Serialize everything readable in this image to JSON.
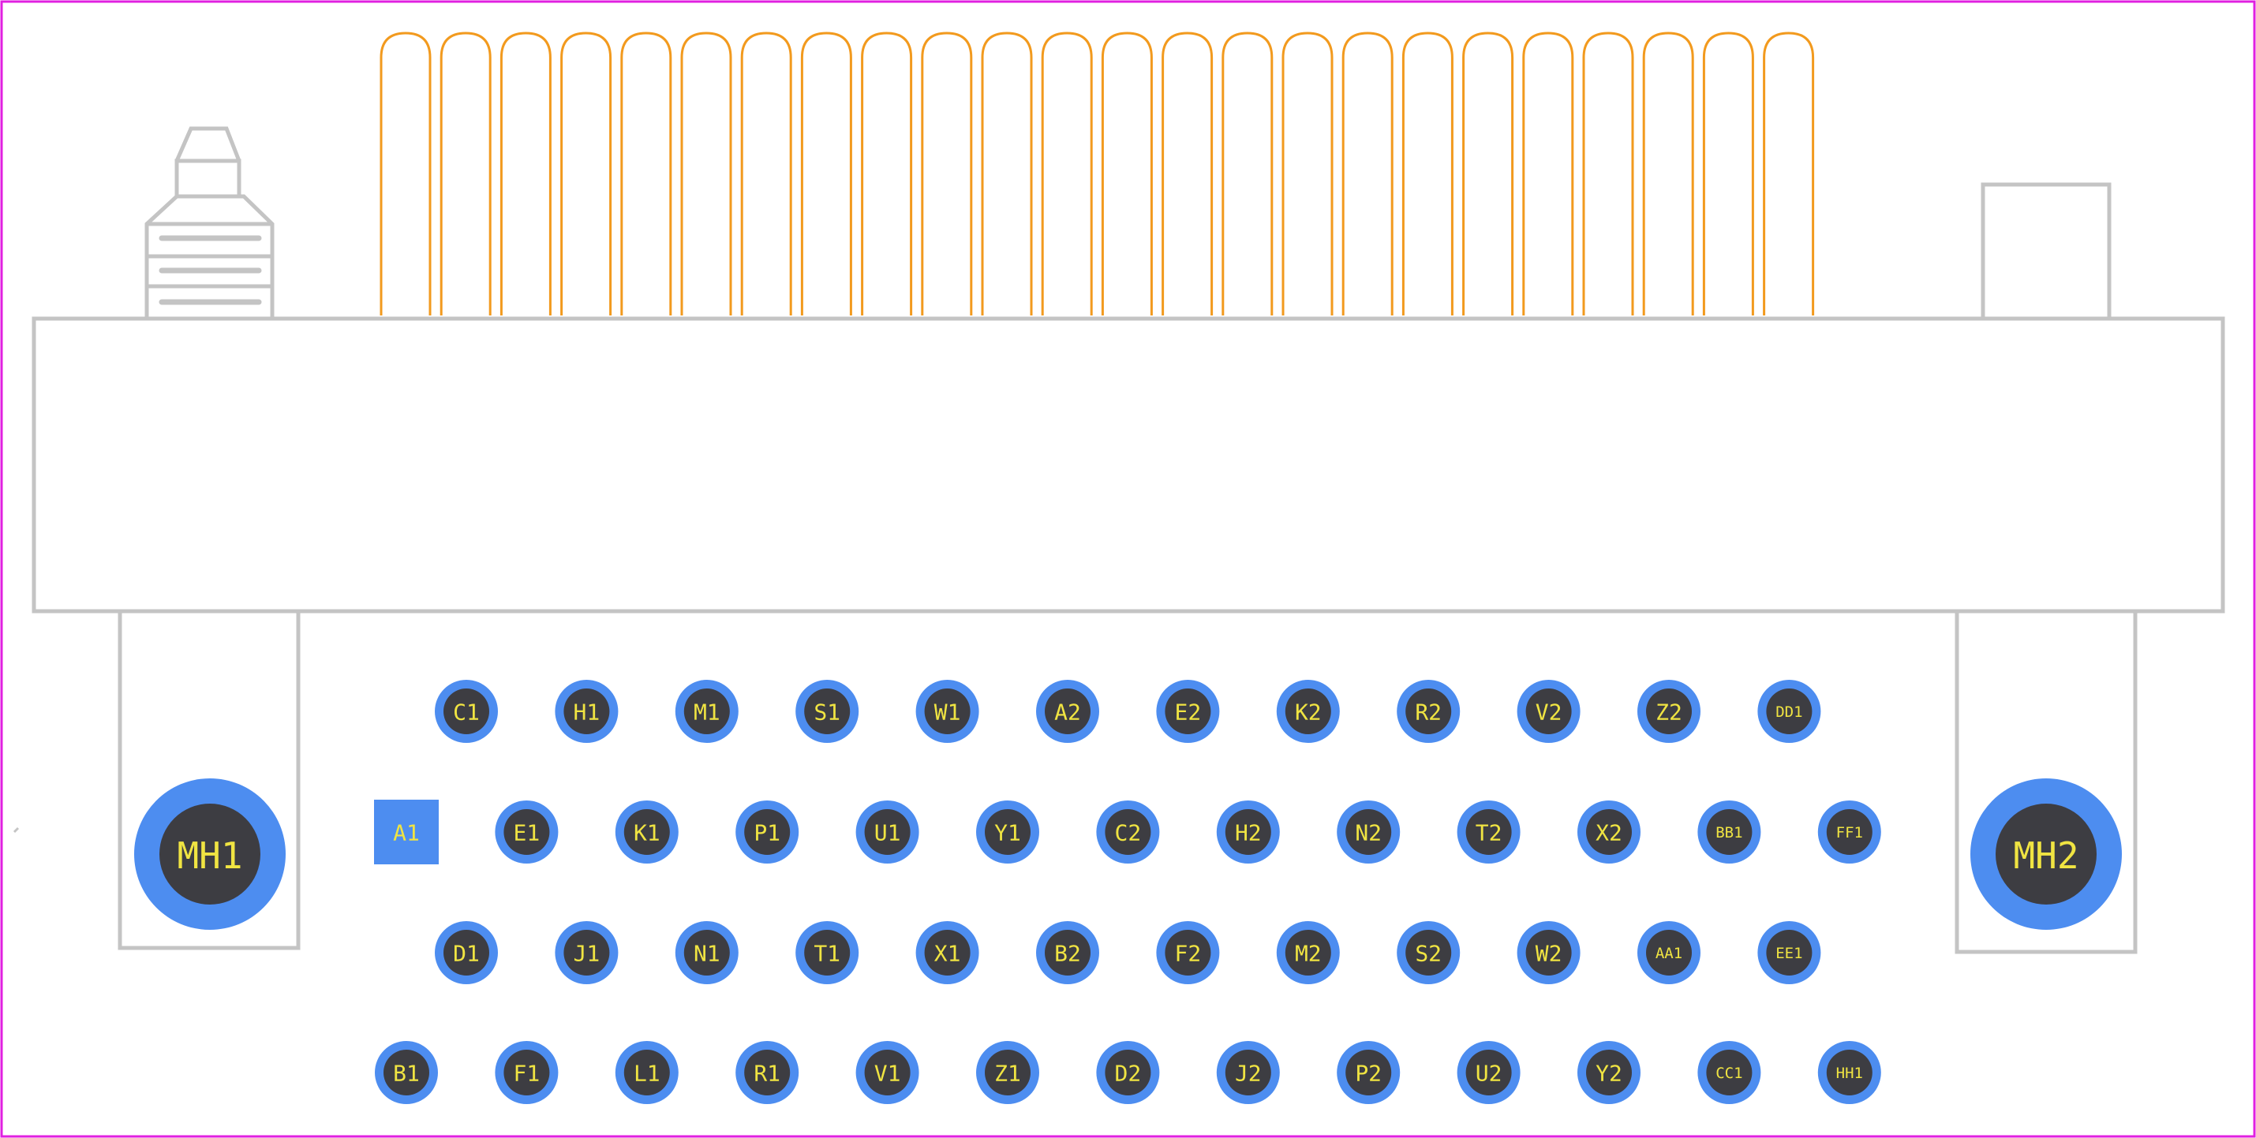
{
  "colors": {
    "background": "#ffffff",
    "border": "#e020e0",
    "silkscreen": "#c4c4c4",
    "pin_outline": "#f29a1e",
    "pad": "#4d8df0",
    "pad_hole": "#3d3d42",
    "label": "#f0e442"
  },
  "mounting_holes": [
    {
      "label": "MH1"
    },
    {
      "label": "MH2"
    }
  ],
  "pad_rows": [
    {
      "row": "top",
      "labels": [
        "C1",
        "H1",
        "M1",
        "S1",
        "W1",
        "A2",
        "E2",
        "K2",
        "R2",
        "V2",
        "Z2",
        "DD1"
      ]
    },
    {
      "row": "second",
      "labels": [
        "A1",
        "E1",
        "K1",
        "P1",
        "U1",
        "Y1",
        "C2",
        "H2",
        "N2",
        "T2",
        "X2",
        "BB1",
        "FF1"
      ]
    },
    {
      "row": "third",
      "labels": [
        "D1",
        "J1",
        "N1",
        "T1",
        "X1",
        "B2",
        "F2",
        "M2",
        "S2",
        "W2",
        "AA1",
        "EE1"
      ]
    },
    {
      "row": "bottom",
      "labels": [
        "B1",
        "F1",
        "L1",
        "R1",
        "V1",
        "Z1",
        "D2",
        "J2",
        "P2",
        "U2",
        "Y2",
        "CC1",
        "HH1"
      ]
    }
  ],
  "square_pad": "A1",
  "pin_count_top_outline": 24
}
